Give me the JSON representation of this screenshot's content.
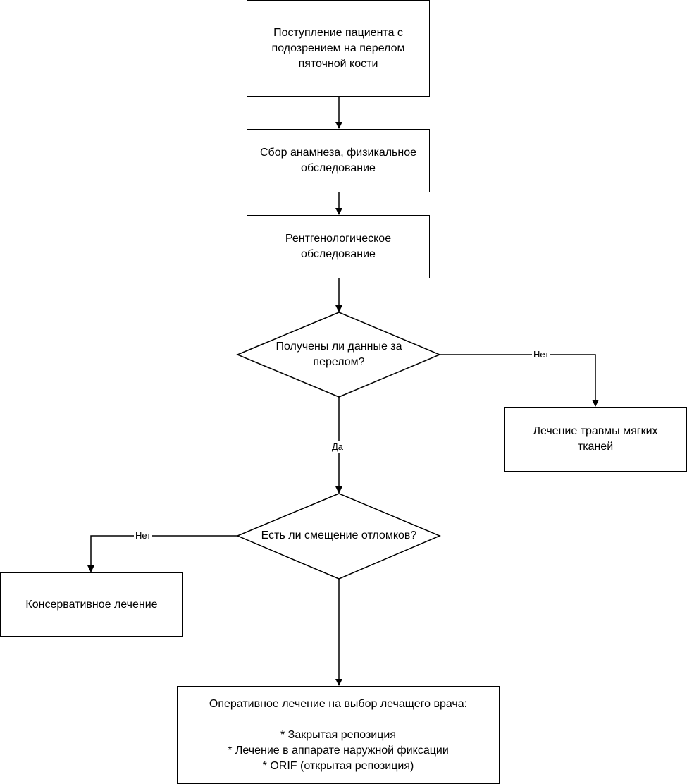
{
  "nodes": {
    "admission": "Поступление пациента с подозрением на перелом пяточной кости",
    "anamnesis": "Сбор анамнеза, физикальное обследование",
    "xray": "Рентгенологическое обследование",
    "fracture_question": "Получены ли данные за перелом?",
    "soft_tissue": "Лечение травмы мягких тканей",
    "displacement_question": "Есть ли смещение отломков?",
    "conservative": "Консервативное лечение",
    "operative": {
      "heading": "Оперативное лечение на выбор лечащего врача:",
      "options": [
        "* Закрытая репозиция",
        "* Лечение в аппарате наружной фиксации",
        "* ORIF (открытая репозиция)"
      ]
    }
  },
  "edges": {
    "fracture_no": "Нет",
    "fracture_yes": "Да",
    "displacement_no": "Нет"
  }
}
